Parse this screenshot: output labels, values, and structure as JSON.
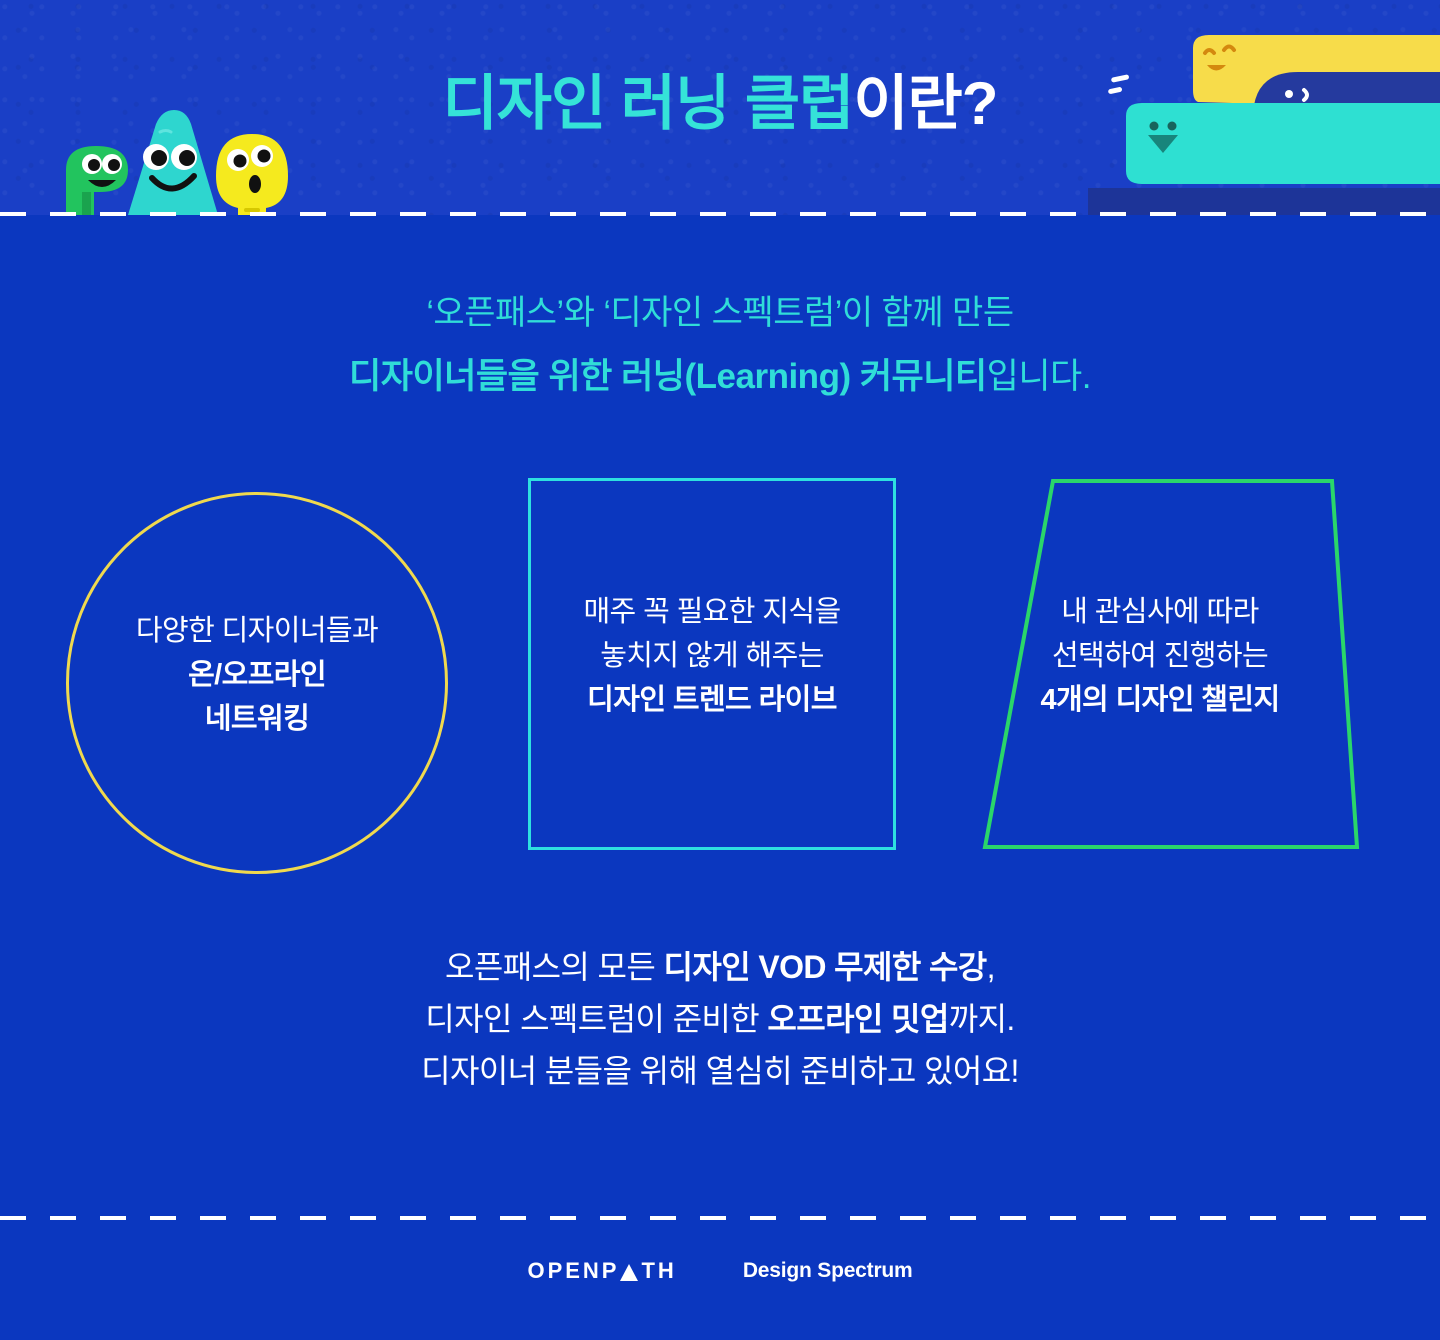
{
  "page": {
    "background_color": "#0b37bf",
    "header_background_color": "#1a3fc6"
  },
  "header": {
    "title_accent": "디자인 러닝 클럽",
    "title_plain": "이란?",
    "accent_color": "#35e3d8",
    "plain_color": "#ffffff",
    "characters_left": [
      {
        "name": "green-character",
        "color": "#22c45e",
        "expression": "smiling"
      },
      {
        "name": "cyan-character",
        "color": "#2ed6cf",
        "expression": "big-smile"
      },
      {
        "name": "yellow-character",
        "color": "#f5ea1e",
        "expression": "surprised"
      }
    ],
    "illustration_right": [
      {
        "name": "yellow-bar",
        "color": "#f7dc4a",
        "expression": "winking"
      },
      {
        "name": "navy-bar",
        "color": "#253a9e",
        "expression": "winking-smile"
      },
      {
        "name": "cyan-bar",
        "color": "#2ee0d2",
        "expression": "triangle-mouth"
      }
    ]
  },
  "subtitle": {
    "line1": "‘오픈패스’와 ‘디자인 스펙트럼’이 함께 만든",
    "line2_bold": "디자이너들을 위한 러닝(Learning) 커뮤니티",
    "line2_regular": "입니다.",
    "color": "#30ddd8"
  },
  "cards": [
    {
      "shape": "circle",
      "border_color": "#f0d94e",
      "line1": "다양한 디자이너들과",
      "line2": "온/오프라인",
      "line3": "네트워킹"
    },
    {
      "shape": "square",
      "border_color": "#2ee0e0",
      "line1": "매주 꼭 필요한 지식을",
      "line2": "놓치지 않게 해주는",
      "line3": "디자인 트렌드 라이브"
    },
    {
      "shape": "trapezoid",
      "border_color": "#2ad66a",
      "line1": "내 관심사에 따라",
      "line2": "선택하여 진행하는",
      "line3": "4개의 디자인 챌린지"
    }
  ],
  "closing": {
    "line1_a": "오픈패스의 모든 ",
    "line1_b": "디자인 VOD 무제한 수강",
    "line1_c": ",",
    "line2_a": "디자인 스펙트럼이 준비한 ",
    "line2_b": "오프라인 밋업",
    "line2_c": "까지.",
    "line3": "디자이너 분들을 위해 열심히 준비하고 있어요!",
    "color": "#ffffff"
  },
  "footer": {
    "openpath_part1": "OPENP",
    "openpath_part2": "TH",
    "design_spectrum": "Design Spectrum"
  }
}
